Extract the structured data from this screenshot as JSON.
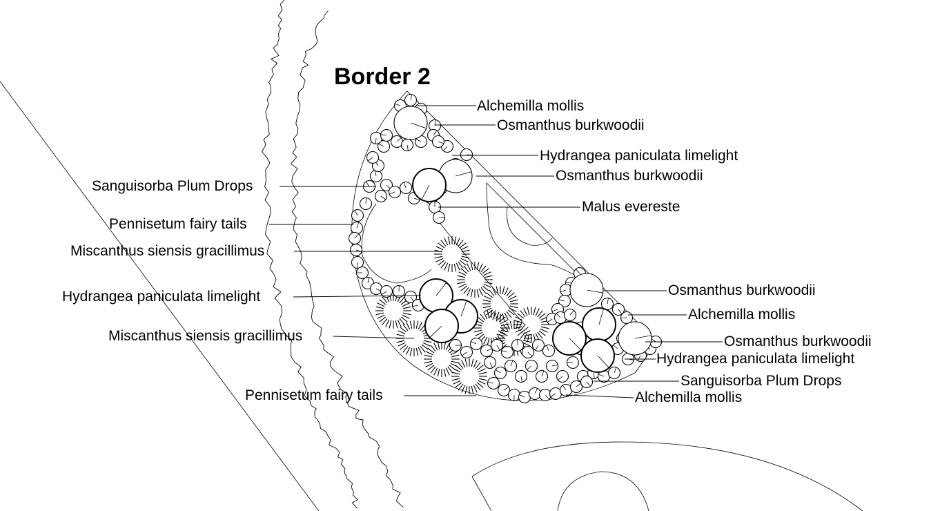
{
  "title": "Border 2",
  "labels": [
    {
      "id": "alchemilla-1",
      "text": "Alchemilla mollis"
    },
    {
      "id": "osmanthus-1",
      "text": "Osmanthus burkwoodii"
    },
    {
      "id": "hydrangea-1",
      "text": "Hydrangea paniculata limelight"
    },
    {
      "id": "osmanthus-2",
      "text": "Osmanthus burkwoodii"
    },
    {
      "id": "sanguisorba-1",
      "text": "Sanguisorba Plum Drops"
    },
    {
      "id": "malus-1",
      "text": "Malus evereste"
    },
    {
      "id": "pennisetum-1",
      "text": "Pennisetum fairy tails"
    },
    {
      "id": "miscanthus-1",
      "text": "Miscanthus siensis gracillimus"
    },
    {
      "id": "hydrangea-2",
      "text": "Hydrangea paniculata limelight"
    },
    {
      "id": "miscanthus-2",
      "text": "Miscanthus siensis gracillimus"
    },
    {
      "id": "osmanthus-3",
      "text": "Osmanthus burkwoodii"
    },
    {
      "id": "alchemilla-2",
      "text": "Alchemilla mollis"
    },
    {
      "id": "osmanthus-4",
      "text": "Osmanthus burkwoodii"
    },
    {
      "id": "hydrangea-3",
      "text": "Hydrangea paniculata limelight"
    },
    {
      "id": "sanguisorba-2",
      "text": "Sanguisorba Plum Drops"
    },
    {
      "id": "pennisetum-2",
      "text": "Pennisetum fairy tails"
    },
    {
      "id": "alchemilla-3",
      "text": "Alchemilla mollis"
    }
  ]
}
